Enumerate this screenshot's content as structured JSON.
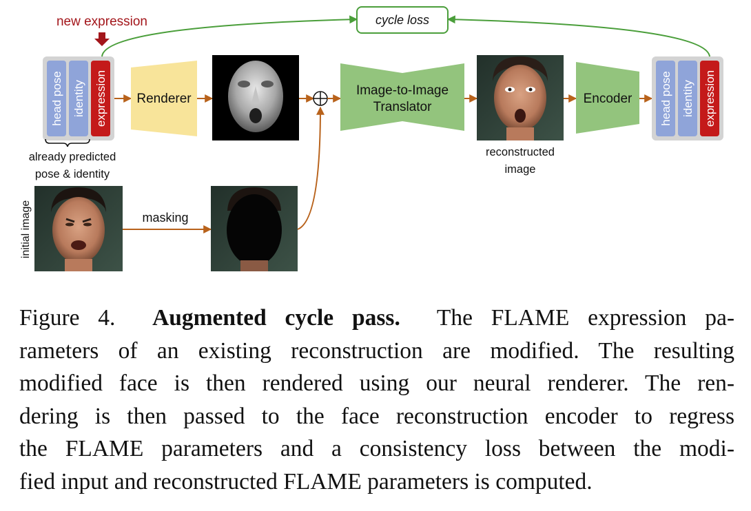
{
  "diagram": {
    "new_expression_label": "new expression",
    "cycle_loss_label": "cycle loss",
    "param_block_left": {
      "head_pose": "head pose",
      "identity": "identity",
      "expression": "expression"
    },
    "param_block_right": {
      "head_pose": "head pose",
      "identity": "identity",
      "expression": "expression"
    },
    "renderer_label": "Renderer",
    "translator_label_line1": "Image-to-Image",
    "translator_label_line2": "Translator",
    "encoder_label": "Encoder",
    "already_predicted_line1": "already predicted",
    "already_predicted_line2": "pose & identity",
    "reconstructed_line1": "reconstructed",
    "reconstructed_line2": "image",
    "initial_image_label": "initial image",
    "masking_label": "masking",
    "colors": {
      "param_blue": "#8fa4d9",
      "param_red": "#c41a1a",
      "renderer_yellow": "#f8e49a",
      "translator_green": "#93c47d",
      "arrow_orange": "#b8621b",
      "cycle_green": "#4a9e3a",
      "new_expr_red": "#a3161b"
    }
  },
  "caption": {
    "line1_prefix": "Figure 4.",
    "line1_bold": "Augmented cycle pass.",
    "line1_rest": "The FLAME expression pa-",
    "line2": "rameters of an existing reconstruction are modified. The resulting",
    "line3": "modified face is then rendered using our neural renderer. The ren-",
    "line4": "dering is then passed to the face reconstruction encoder to regress",
    "line5": "the FLAME parameters and a consistency loss between the modi-",
    "line6": "fied input and reconstructed FLAME parameters is computed."
  }
}
